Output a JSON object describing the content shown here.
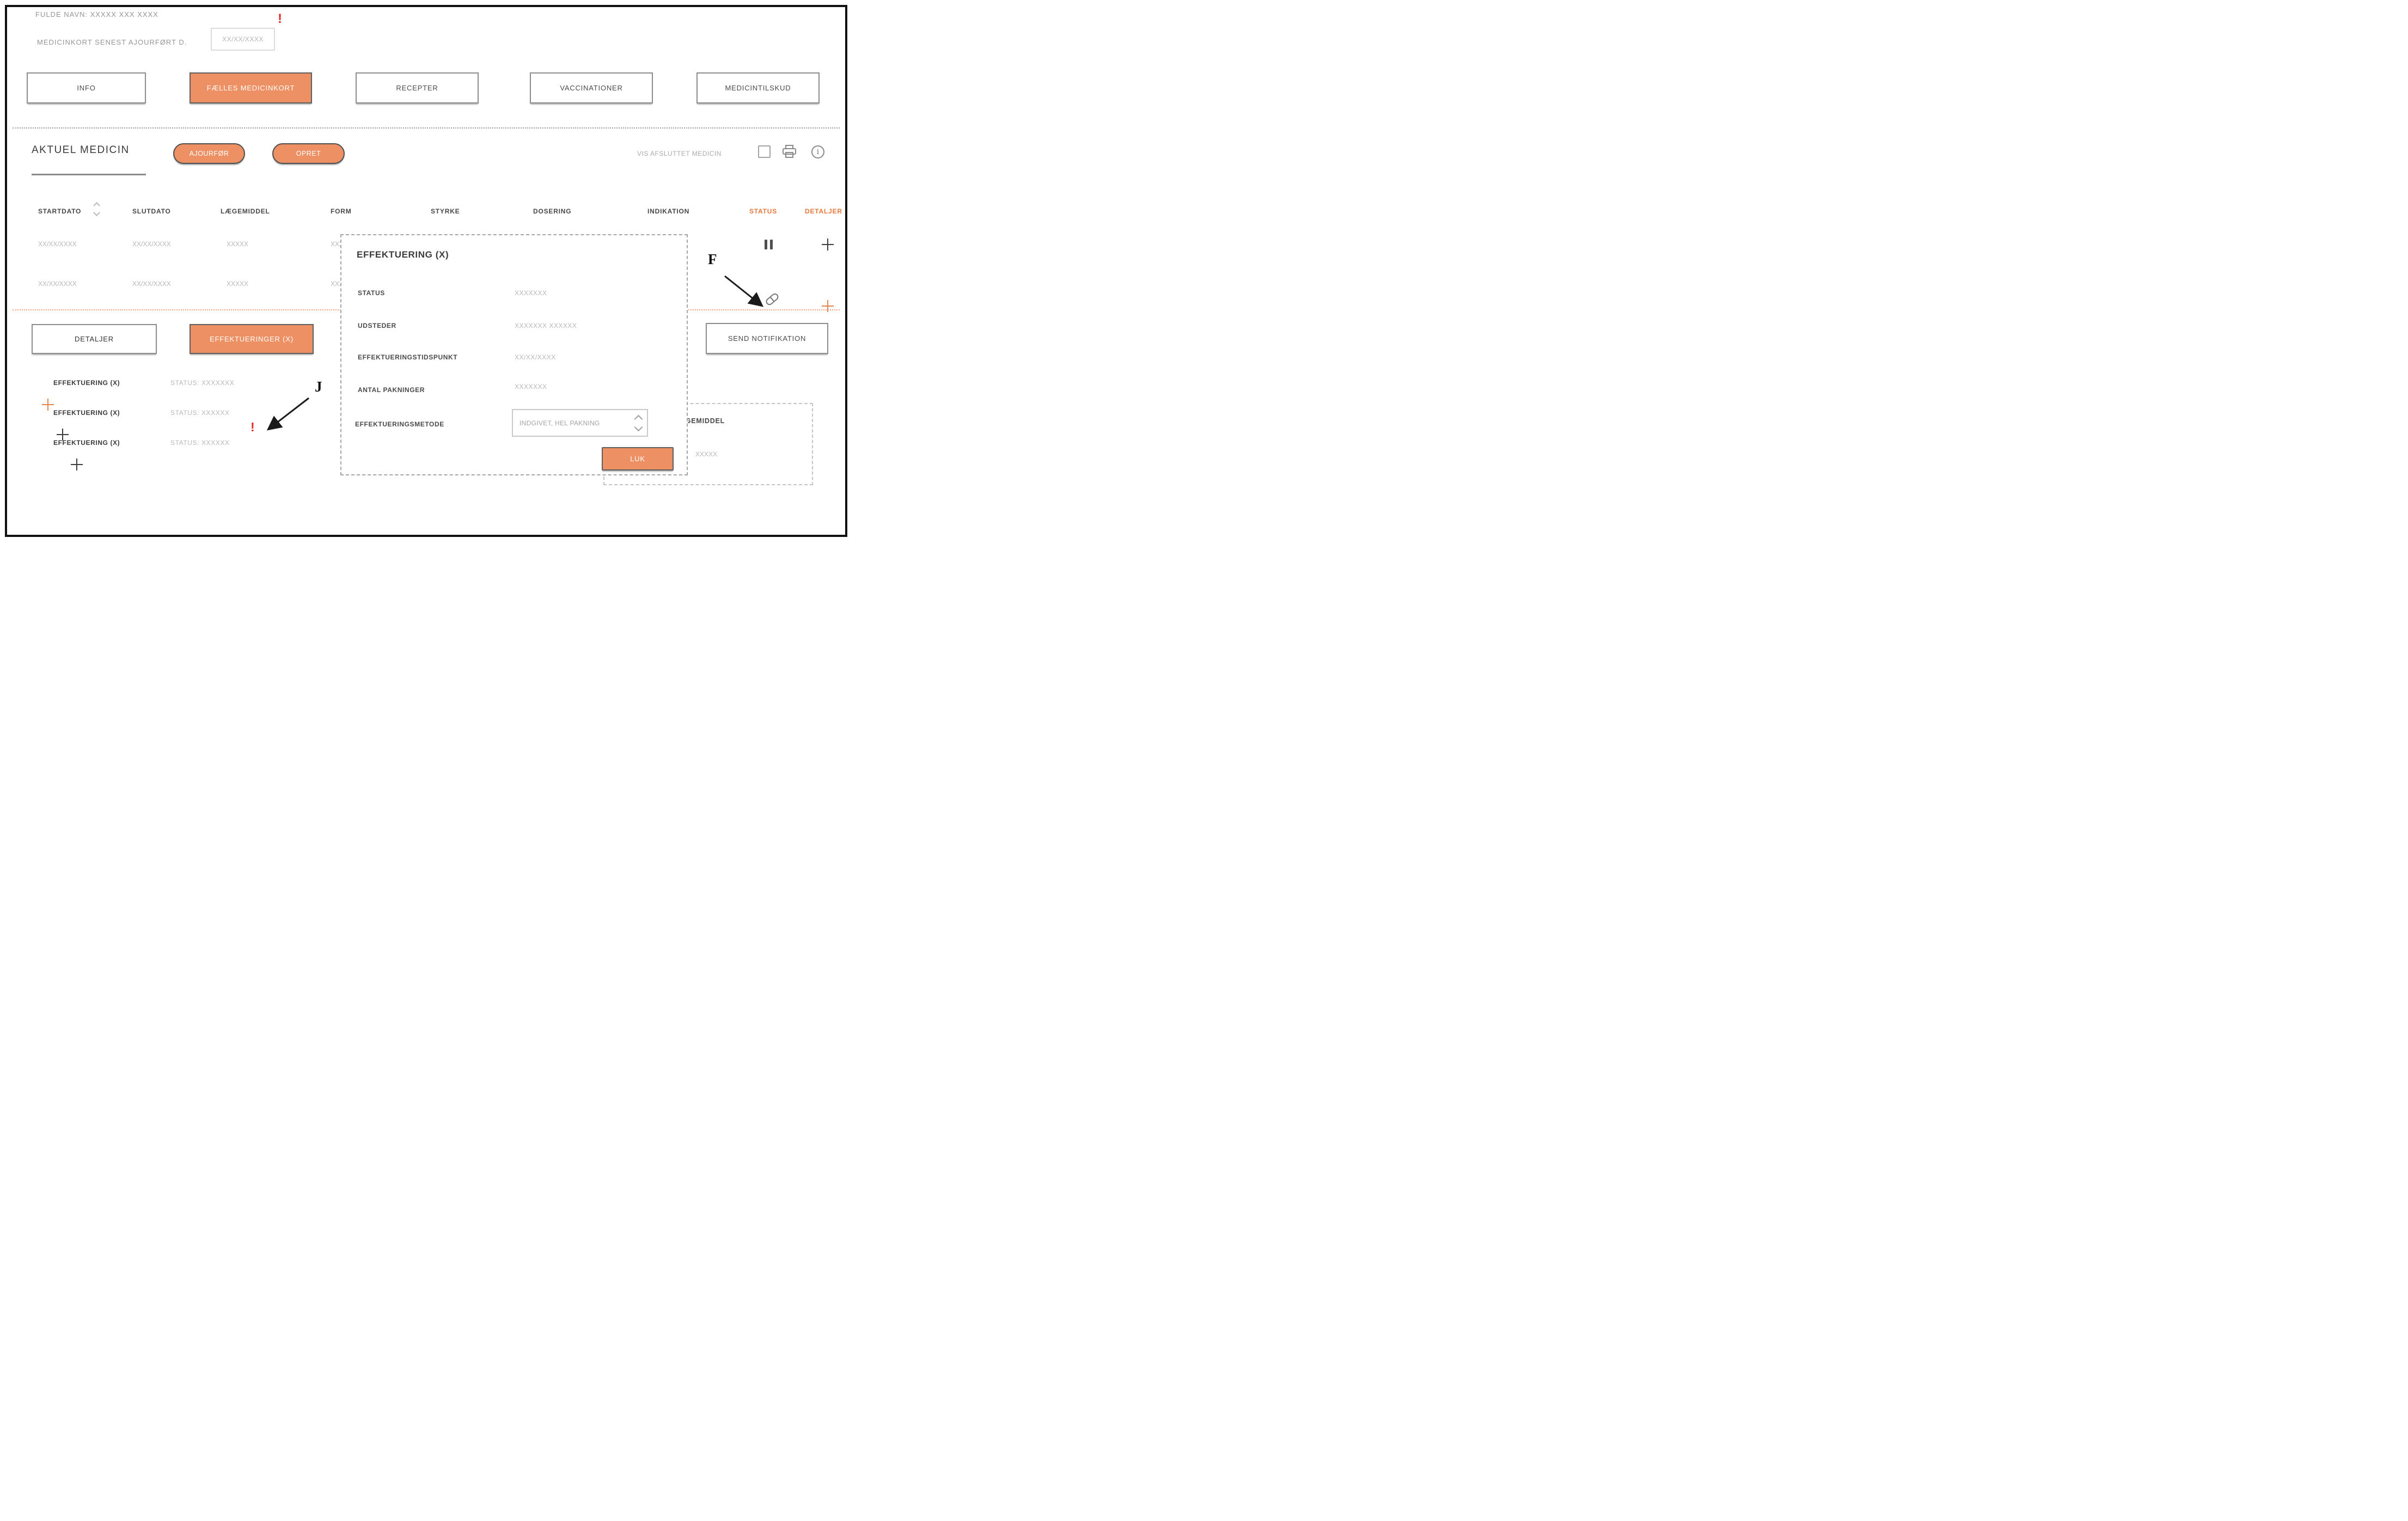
{
  "patient_header": {
    "full_name_label": "FULDE NAVN: XXXXX XXX XXXX",
    "alert_mark": "!",
    "updated_label": "MEDICINKORT SENEST AJOURFØRT D.",
    "updated_value": "XX/XX/XXXX"
  },
  "nav": {
    "tabs": [
      {
        "label": "INFO",
        "active": false
      },
      {
        "label": "FÆLLES MEDICINKORT",
        "active": true
      },
      {
        "label": "RECEPTER",
        "active": false
      },
      {
        "label": "VACCINATIONER",
        "active": false
      },
      {
        "label": "MEDICINTILSKUD",
        "active": false
      }
    ]
  },
  "aktuel_medicin": {
    "title": "AKTUEL MEDICIN",
    "ajourfoer_button": "AJOURFØR",
    "opret_button": "OPRET",
    "vis_afsluttet_label": "VIS AFSLUTTET MEDICIN"
  },
  "table": {
    "headers": {
      "startdato": "STARTDATO",
      "slutdato": "SLUTDATO",
      "laegemiddel": "LÆGEMIDDEL",
      "form": "FORM",
      "styrke": "STYRKE",
      "dosering": "DOSERING",
      "indikation": "INDIKATION",
      "status": "STATUS",
      "detaljer": "DETALJER"
    },
    "rows": [
      {
        "startdato": "XX/XX/XXXX",
        "slutdato": "XX/XX/XXXX",
        "laegemiddel": "XXXXX",
        "form": "XXXXX",
        "status_icon": "pause-icon",
        "detaljer_icon": "plus-icon"
      },
      {
        "startdato": "XX/XX/XXXX",
        "slutdato": "XX/XX/XXXX",
        "laegemiddel": "XXXXX",
        "form": "XXXXX",
        "status_icon": "capsule-icon",
        "detaljer_icon": "plus-icon-orange"
      }
    ]
  },
  "actions": {
    "detaljer_button": "DETALJER",
    "effektueringer_button": "EFFEKTUERINGER (X)",
    "send_notifikation_button": "SEND NOTIFIKATION"
  },
  "effektuering_list": [
    {
      "label": "EFFEKTUERING (X)",
      "status": "STATUS: XXXXXXX",
      "plus_color": "orange"
    },
    {
      "label": "EFFEKTUERING (X)",
      "status": "STATUS: XXXXXX",
      "plus_color": "dark"
    },
    {
      "label": "EFFEKTUERING (X)",
      "status": "STATUS: XXXXXX",
      "plus_color": "dark",
      "alert_mark": "!"
    }
  ],
  "modal": {
    "title": "EFFEKTUERING (X)",
    "fields": [
      {
        "label": "STATUS",
        "value": "XXXXXXX"
      },
      {
        "label": "UDSTEDER",
        "value": "XXXXXXX XXXXXX"
      },
      {
        "label": "EFFEKTUERINGSTIDSPUNKT",
        "value": "XX/XX/XXXX"
      },
      {
        "label": "ANTAL PAKNINGER",
        "value": "XXXXXXX"
      }
    ],
    "method_label": "EFFEKTUERINGSMETODE",
    "method_value": "INDGIVET, HEL PAKNING",
    "luk_button": "LUK"
  },
  "background_panel": {
    "laegemiddel_label": "LÆGEMIDDEL",
    "laegemiddel_value": "XXXXX"
  },
  "annotations": {
    "f_label": "F",
    "j_label": "J"
  },
  "icons": [
    "sort-icon",
    "checkbox",
    "printer-icon",
    "info-icon",
    "pause-icon",
    "capsule-icon",
    "plus-icon",
    "chevron-up-icon",
    "chevron-down-icon"
  ],
  "colors": {
    "accent_orange": "#ED9164",
    "accent_orange_text": "#E8793E",
    "orange_separator": "#F0A37C",
    "alert_red": "#E62B2B"
  }
}
